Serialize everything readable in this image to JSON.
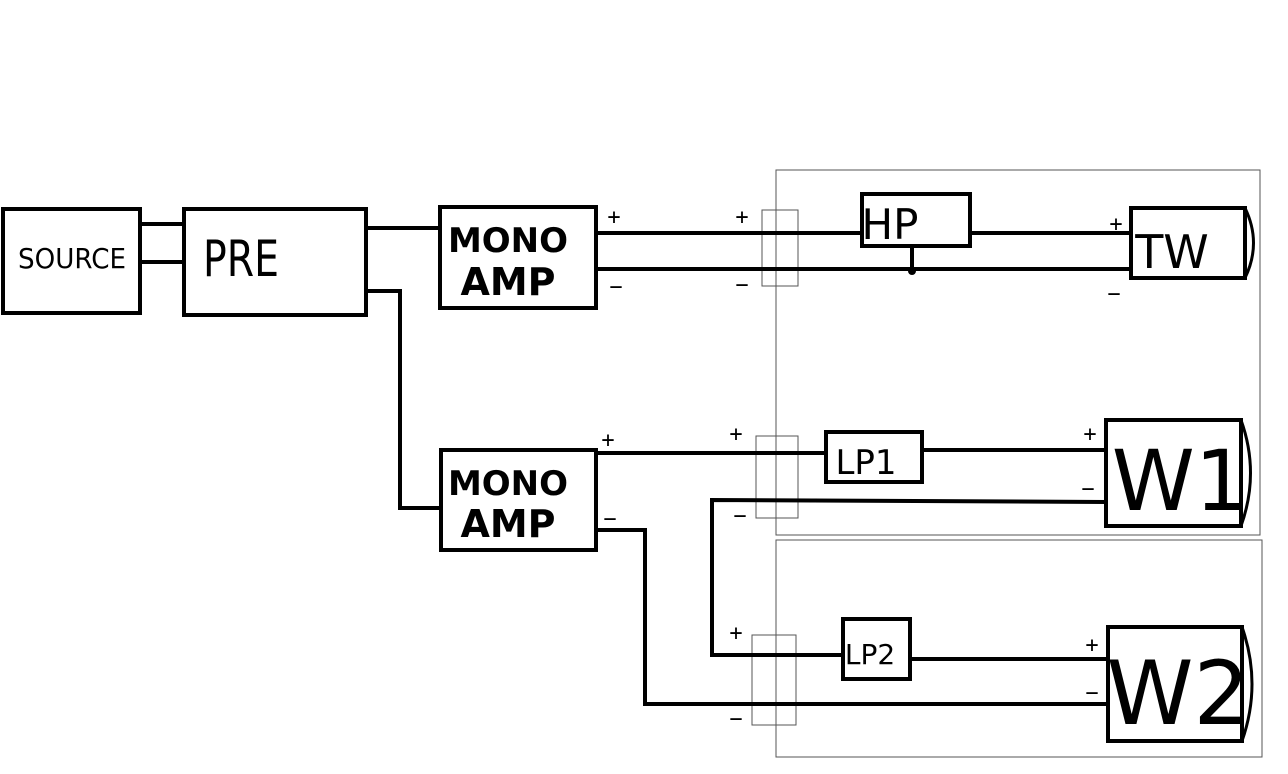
{
  "colors": {
    "ink": "#000000",
    "enclosure": "#555555",
    "background": "#ffffff"
  },
  "blocks": {
    "source": "SOURCE",
    "pre": "PRE",
    "amp_top_line1": "MONO",
    "amp_top_line2": "AMP",
    "amp_bottom_line1": "MONO",
    "amp_bottom_line2": "AMP",
    "hp": "HP",
    "lp1": "LP1",
    "lp2": "LP2",
    "tw": "TW",
    "w1": "W1",
    "w2": "W2"
  },
  "signs": {
    "plus": "+",
    "minus": "−"
  }
}
